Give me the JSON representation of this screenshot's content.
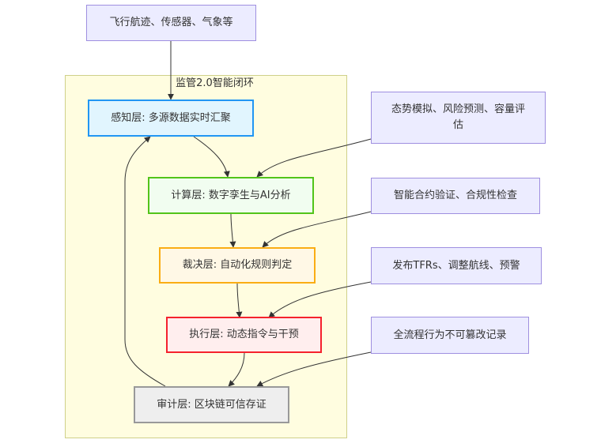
{
  "diagram": {
    "type": "flowchart",
    "subgraph": {
      "title": "监管2.0智能闭环"
    },
    "nodes": {
      "sources": {
        "label": "飞行航迹、传感器、气象等"
      },
      "perception": {
        "label": "感知层: 多源数据实时汇聚"
      },
      "compute": {
        "label": "计算层: 数字孪生与AI分析"
      },
      "decision": {
        "label": "裁决层: 自动化规则判定"
      },
      "execution": {
        "label": "执行层: 动态指令与干预"
      },
      "audit": {
        "label": "审计层: 区块链可信存证"
      },
      "note_compute": {
        "label": "态势模拟、风险预测、容量评估"
      },
      "note_decision": {
        "label": "智能合约验证、合规性检查"
      },
      "note_execution": {
        "label": "发布TFRs、调整航线、预警"
      },
      "note_audit": {
        "label": "全流程行为不可篡改记录"
      }
    },
    "edges": [
      {
        "from": "sources",
        "to": "perception"
      },
      {
        "from": "perception",
        "to": "compute"
      },
      {
        "from": "compute",
        "to": "decision"
      },
      {
        "from": "decision",
        "to": "execution"
      },
      {
        "from": "execution",
        "to": "audit"
      },
      {
        "from": "audit",
        "to": "perception"
      },
      {
        "from": "note_compute",
        "to": "compute"
      },
      {
        "from": "note_decision",
        "to": "decision"
      },
      {
        "from": "note_execution",
        "to": "execution"
      },
      {
        "from": "note_audit",
        "to": "audit"
      }
    ],
    "colors": {
      "subgraph_fill": "#fffde0",
      "subgraph_border": "#cfd08a",
      "external_fill": "#ececff",
      "external_border": "#9f8fe0",
      "perception_border": "#2196f3",
      "compute_border": "#52c41a",
      "decision_border": "#faad14",
      "execution_border": "#f5222d",
      "audit_border": "#999999",
      "edge": "#333333"
    }
  }
}
